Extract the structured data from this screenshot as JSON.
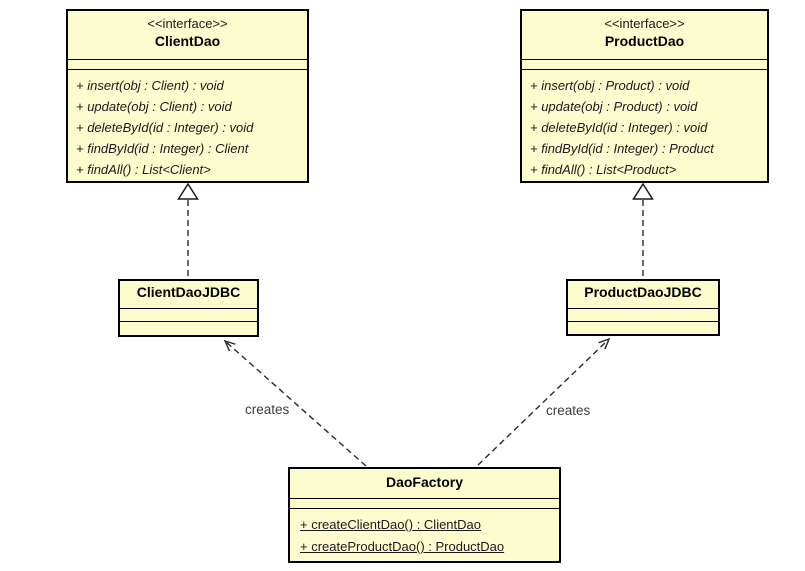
{
  "diagram": {
    "background": "#ffffff",
    "box_fill": "#FCFCCF",
    "box_border": "#000000",
    "arrow_color": "#2a2a2a"
  },
  "boxes": {
    "client_dao": {
      "stereotype": "<<interface>>",
      "name": "ClientDao",
      "methods": [
        "+ insert(obj : Client) : void",
        "+ update(obj : Client) : void",
        "+ deleteById(id : Integer) : void",
        "+ findById(id : Integer) : Client",
        "+ findAll() : List<Client>"
      ]
    },
    "product_dao": {
      "stereotype": "<<interface>>",
      "name": "ProductDao",
      "methods": [
        "+ insert(obj : Product) : void",
        "+ update(obj : Product) : void",
        "+ deleteById(id : Integer) : void",
        "+ findById(id : Integer) : Product",
        "+ findAll() : List<Product>"
      ]
    },
    "client_dao_jdbc": {
      "name": "ClientDaoJDBC"
    },
    "product_dao_jdbc": {
      "name": "ProductDaoJDBC"
    },
    "dao_factory": {
      "name": "DaoFactory",
      "methods": [
        "+ createClientDao() : ClientDao",
        "+ createProductDao() : ProductDao"
      ]
    }
  },
  "edges": {
    "client_realization": {
      "type": "realization",
      "from": "ClientDaoJDBC",
      "to": "ClientDao",
      "label": ""
    },
    "product_realization": {
      "type": "realization",
      "from": "ProductDaoJDBC",
      "to": "ProductDao",
      "label": ""
    },
    "creates_client": {
      "type": "dependency",
      "from": "DaoFactory",
      "to": "ClientDaoJDBC",
      "label": "creates"
    },
    "creates_product": {
      "type": "dependency",
      "from": "DaoFactory",
      "to": "ProductDaoJDBC",
      "label": "creates"
    }
  }
}
